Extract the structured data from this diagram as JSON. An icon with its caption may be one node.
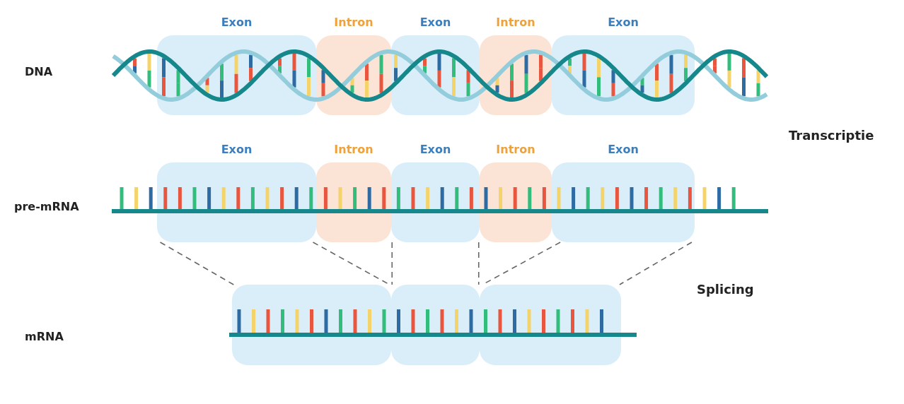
{
  "diagram": {
    "nodes": [
      {
        "text": [
          "Exon"
        ]
      },
      {
        "text": [
          "Intron"
        ]
      },
      {
        "text": [
          "Exon"
        ]
      },
      {
        "text": [
          "Intron"
        ]
      },
      {
        "text": [
          "Exon"
        ]
      },
      {
        "text": [
          "Exon"
        ]
      },
      {
        "text": [
          "Intron"
        ]
      },
      {
        "text": [
          "Exon"
        ]
      },
      {
        "text": [
          "Intron"
        ]
      },
      {
        "text": [
          "Exon"
        ]
      },
      {
        "text": [],
        "shape": "box"
      },
      {
        "text": [],
        "shape": "box"
      },
      {
        "text": [],
        "shape": "box"
      }
    ],
    "edges": [
      {
        "from": 5,
        "to": 10,
        "arrow": "none",
        "style": "dashed"
      },
      {
        "from": 5,
        "to": 10,
        "arrow": "none",
        "style": "dashed"
      },
      {
        "from": 7,
        "to": 11,
        "arrow": "none",
        "style": "dashed"
      },
      {
        "from": 7,
        "to": 11,
        "arrow": "none",
        "style": "dashed"
      },
      {
        "from": 9,
        "to": 12,
        "arrow": "none",
        "style": "dashed"
      },
      {
        "from": 9,
        "to": 12,
        "arrow": "none",
        "style": "dashed"
      }
    ],
    "labels": [
      "DNA",
      "Transcriptie",
      "pre-mRNA",
      "Splicing",
      "mRNA"
    ]
  }
}
